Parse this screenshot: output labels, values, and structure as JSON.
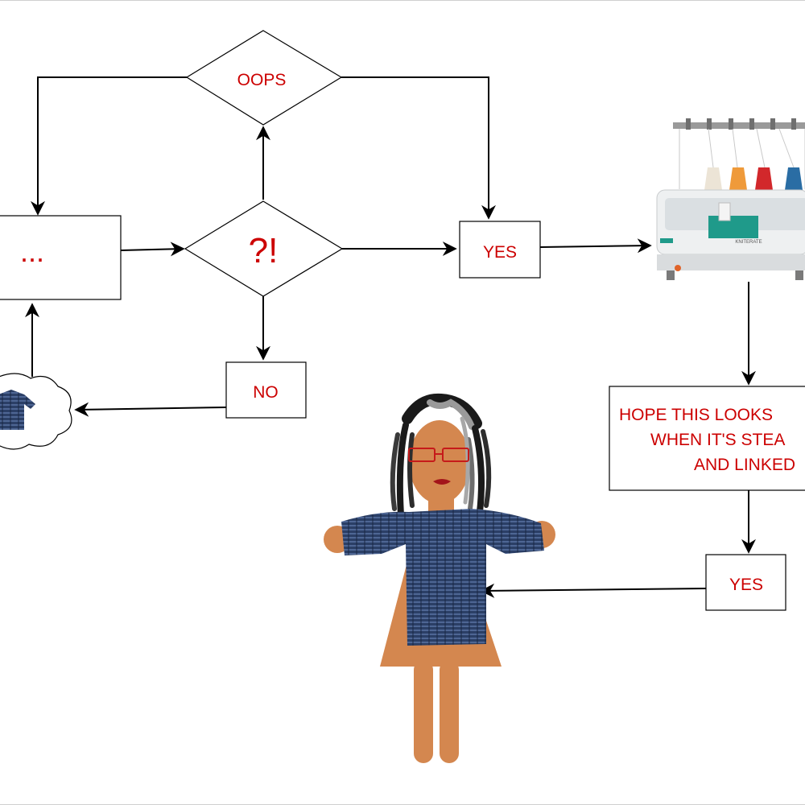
{
  "nodes": {
    "start": "...",
    "decision": "?!",
    "oops": "OOPS",
    "yes1": "YES",
    "no": "NO",
    "note_line1": "HOPE THIS LOOKS",
    "note_line2": "WHEN IT'S STEA",
    "note_line3": "AND LINKED",
    "yes2": "YES"
  },
  "machine": {
    "brand": "KNITERATE"
  },
  "colors": {
    "text": "#cc0000",
    "line": "#000000",
    "skin": "#d4874f",
    "sweater": "#2b3f66",
    "machine_accent": "#1f9a8a"
  }
}
